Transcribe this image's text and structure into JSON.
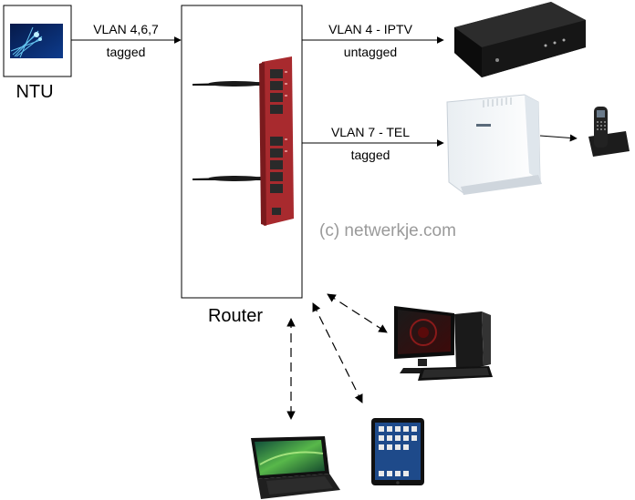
{
  "nodes": {
    "ntu": "NTU",
    "router": "Router"
  },
  "links": {
    "uplink_vlans": "VLAN 4,6,7",
    "uplink_mode": "tagged",
    "iptv_vlan": "VLAN 4 - IPTV",
    "iptv_mode": "untagged",
    "tel_vlan": "VLAN 7 - TEL",
    "tel_mode": "tagged"
  },
  "watermark": "(c) netwerkje.com",
  "colors": {
    "router_body": "#a82a2e",
    "fiber_bg": "#0a2a6e",
    "fiber_glow": "#6fd6ff"
  }
}
